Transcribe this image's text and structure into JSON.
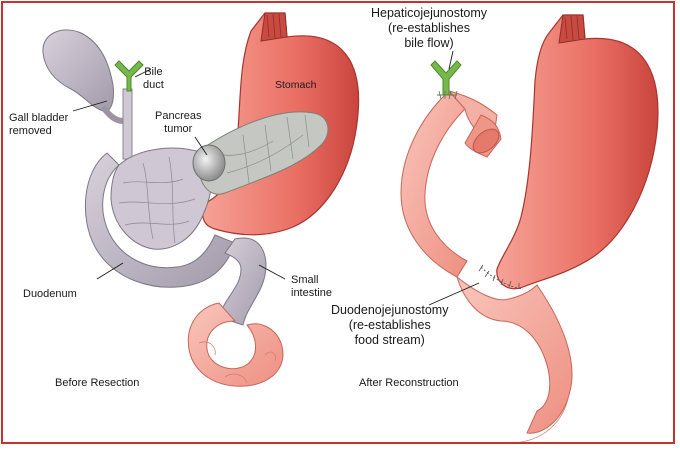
{
  "before": {
    "caption": "Before Resection",
    "labels": {
      "bile_duct": [
        "Bile",
        "duct"
      ],
      "gall_bladder": [
        "Gall bladder",
        "removed"
      ],
      "pancreas_tumor": [
        "Pancreas",
        "tumor"
      ],
      "stomach": "Stomach",
      "duodenum": "Duodenum",
      "small_intestine": [
        "Small",
        "intestine"
      ]
    }
  },
  "after": {
    "caption": "After Reconstruction",
    "labels": {
      "hepaticojejunostomy": [
        "Hepaticojejunostomy",
        "(re-establishes",
        "bile flow)"
      ],
      "duodenojejunostomy": [
        "Duodenojejunostomy",
        "(re-establishes",
        "food stream)"
      ]
    }
  },
  "colors": {
    "frame": "#c4342c",
    "stomach": "#e8756a",
    "organ_gray": "#b9b2bf",
    "pancreas": "#c5c8c2",
    "bile_green": "#77b84a",
    "intestine_pink": "#f2a598"
  }
}
